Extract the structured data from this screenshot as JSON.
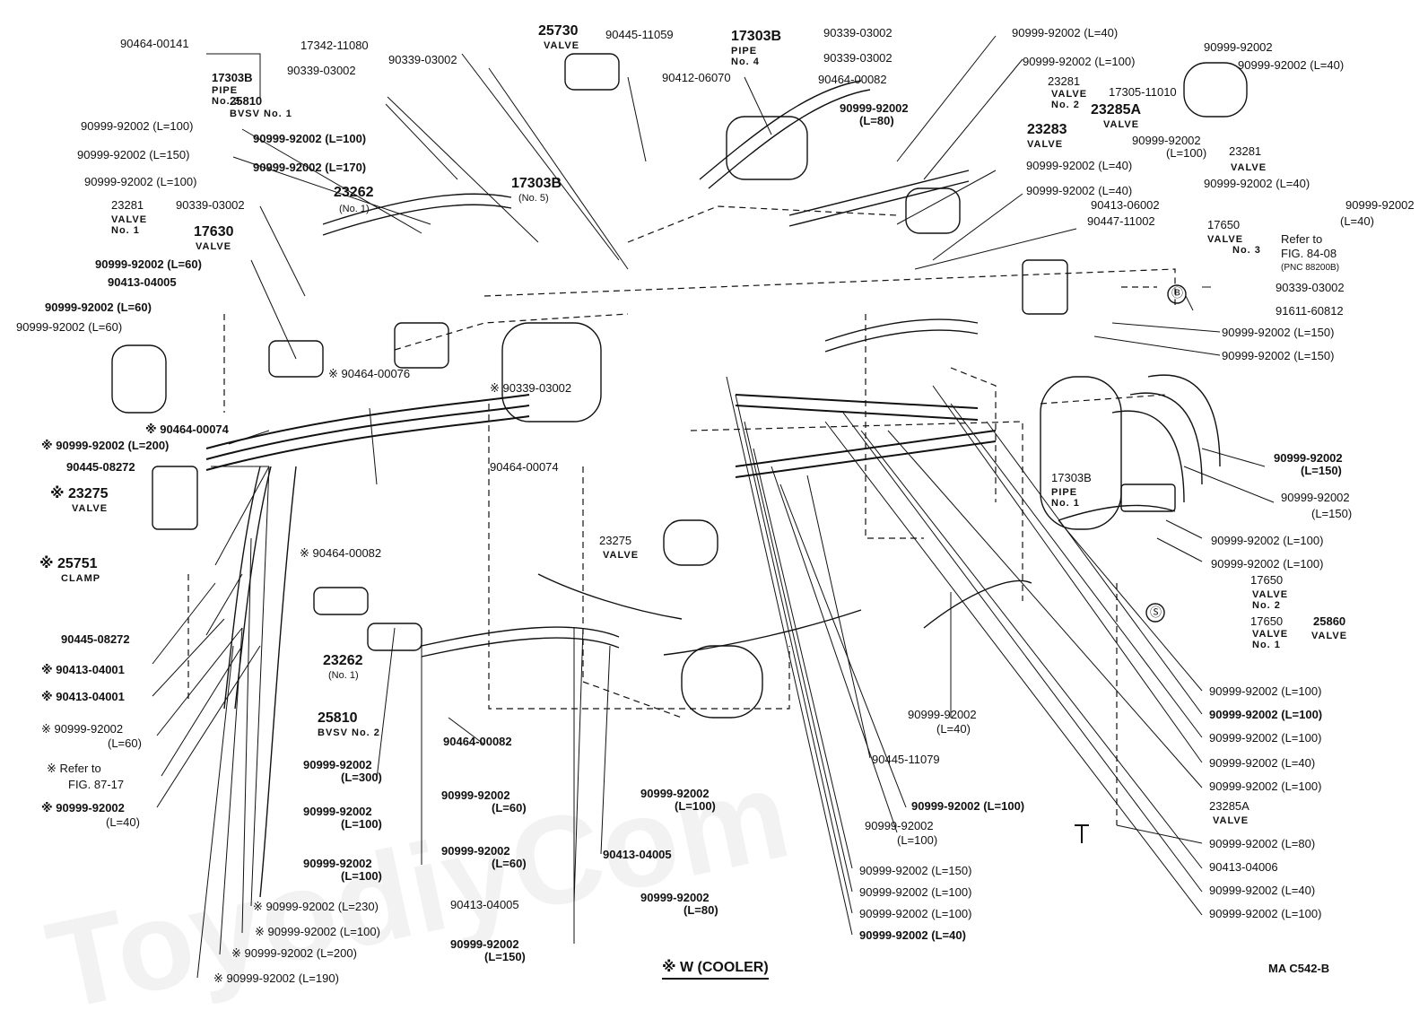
{
  "watermark": "ToyodiyCom",
  "legend": "※ W (COOLER)",
  "figure_code": "MA  C542-B",
  "labels": [
    "90464-00141",
    "17303B",
    "PIPE",
    "No. 3",
    "25810",
    "BVSV No. 1",
    "17342-11080",
    "90339-03002",
    "90339-03002",
    "25730",
    "VALVE",
    "90445-11059",
    "90412-06070",
    "17303B",
    "PIPE",
    "No. 4",
    "90339-03002",
    "90339-03002",
    "90464-00082",
    "90999-92002",
    "(L=80)",
    "90999-92002 (L=40)",
    "90999-92002",
    "90999-92002 (L=40)",
    "90999-92002 (L=100)",
    "23281",
    "VALVE",
    "No. 2",
    "17305-11010",
    "23285A",
    "VALVE",
    "23283",
    "VALVE",
    "90999-92002",
    "(L=100)",
    "23281",
    "VALVE",
    "90999-92002 (L=40)",
    "90999-92002 (L=40)",
    "90999-92002 (L=40)",
    "90999-92002",
    "(L=40)",
    "90413-06002",
    "90447-11002",
    "17650",
    "VALVE",
    "No. 3",
    "Refer to",
    "FIG. 84-08",
    "(PNC 88200B)",
    "90339-03002",
    "Ⓑ",
    "91611-60812",
    "90999-92002 (L=150)",
    "90999-92002 (L=150)",
    "90999-92002",
    "(L=150)",
    "90999-92002",
    "(L=150)",
    "90999-92002 (L=100)",
    "90999-92002 (L=100)",
    "17650",
    "VALVE",
    "No. 2",
    "Ⓢ",
    "17650",
    "VALVE",
    "No. 1",
    "25860",
    "VALVE",
    "90999-92002 (L=100)",
    "90999-92002 (L=100)",
    "90999-92002 (L=100)",
    "90999-92002 (L=40)",
    "90999-92002 (L=100)",
    "23285A",
    "VALVE",
    "90999-92002 (L=80)",
    "90413-04006",
    "90999-92002 (L=40)",
    "90999-92002 (L=100)",
    "90999-92002 (L=100)",
    "90999-92002 (L=100)",
    "90999-92002 (L=150)",
    "90999-92002 (L=170)",
    "90999-92002 (L=100)",
    "23262",
    "(No. 1)",
    "17303B",
    "(No. 5)",
    "23281",
    "VALVE",
    "No. 1",
    "90339-03002",
    "17630",
    "VALVE",
    "90999-92002 (L=60)",
    "90413-04005",
    "90999-92002 (L=60)",
    "90999-92002 (L=60)",
    "※ 90464-00076",
    "※ 90339-03002",
    "※ 90464-00074",
    "※ 90999-92002 (L=200)",
    "90445-08272",
    "90464-00074",
    "※ 23275",
    "VALVE",
    "23275",
    "VALVE",
    "※ 90464-00082",
    "※ 25751",
    "CLAMP",
    "90445-08272",
    "23262",
    "(No. 1)",
    "※ 90413-04001",
    "※ 90413-04001",
    "25810",
    "BVSV No. 2",
    "※ 90999-92002",
    "(L=60)",
    "90464-00082",
    "90999-92002",
    "(L=300)",
    "※ Refer to",
    "FIG. 87-17",
    "90999-92002",
    "(L=60)",
    "90999-92002",
    "(L=100)",
    "※ 90999-92002",
    "(L=40)",
    "90999-92002",
    "(L=100)",
    "90999-92002",
    "(L=60)",
    "90413-04005",
    "90999-92002",
    "(L=100)",
    "90999-92002",
    "(L=80)",
    "90413-04005",
    "※ 90999-92002 (L=230)",
    "※ 90999-92002 (L=100)",
    "90999-92002",
    "(L=150)",
    "※ 90999-92002 (L=200)",
    "※ 90999-92002 (L=190)",
    "90999-92002",
    "(L=40)",
    "90445-11079",
    "90999-92002 (L=100)",
    "90999-92002",
    "(L=100)",
    "90999-92002 (L=150)",
    "90999-92002 (L=100)",
    "90999-92002 (L=100)",
    "90999-92002 (L=40)",
    "17303B",
    "PIPE",
    "No. 1"
  ]
}
